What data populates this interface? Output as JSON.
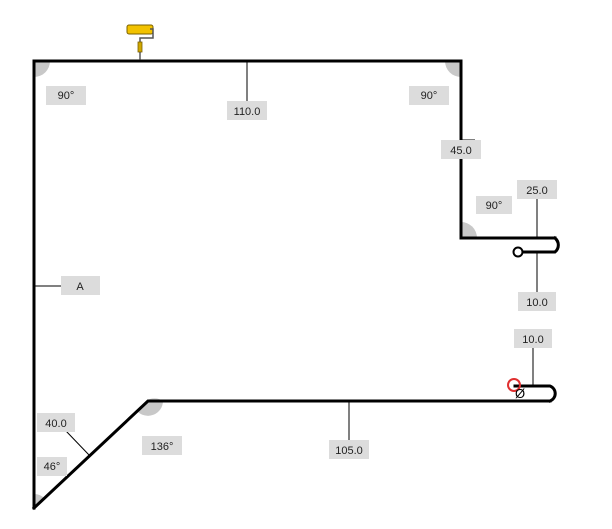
{
  "colors": {
    "background": "#ffffff",
    "wall": "#000000",
    "label_bg": "#dcdcdc",
    "angle_wedge": "#c8c8c8",
    "roller_icon": "#f2c200",
    "marker_circle": "#e03030"
  },
  "icons": {
    "paint_roller": "paint-roller-icon",
    "start_marker": "red-circle-marker-icon",
    "diameter_symbol": "diameter-symbol-icon",
    "hole_end": "hole-circle-icon"
  },
  "labels": {
    "angle_top_left": "90°",
    "dim_top": "110.0",
    "angle_top_right": "90°",
    "dim_right_upper": "45.0",
    "angle_inner": "90°",
    "dim_hook_top": "25.0",
    "dim_hook_top_bottom": "10.0",
    "dim_hook_bottom": "10.0",
    "wall_marker": "A",
    "dim_diag": "40.0",
    "angle_bottom_left": "46°",
    "angle_136": "136°",
    "dim_bottom": "105.0",
    "diameter_symbol": "Ø"
  }
}
